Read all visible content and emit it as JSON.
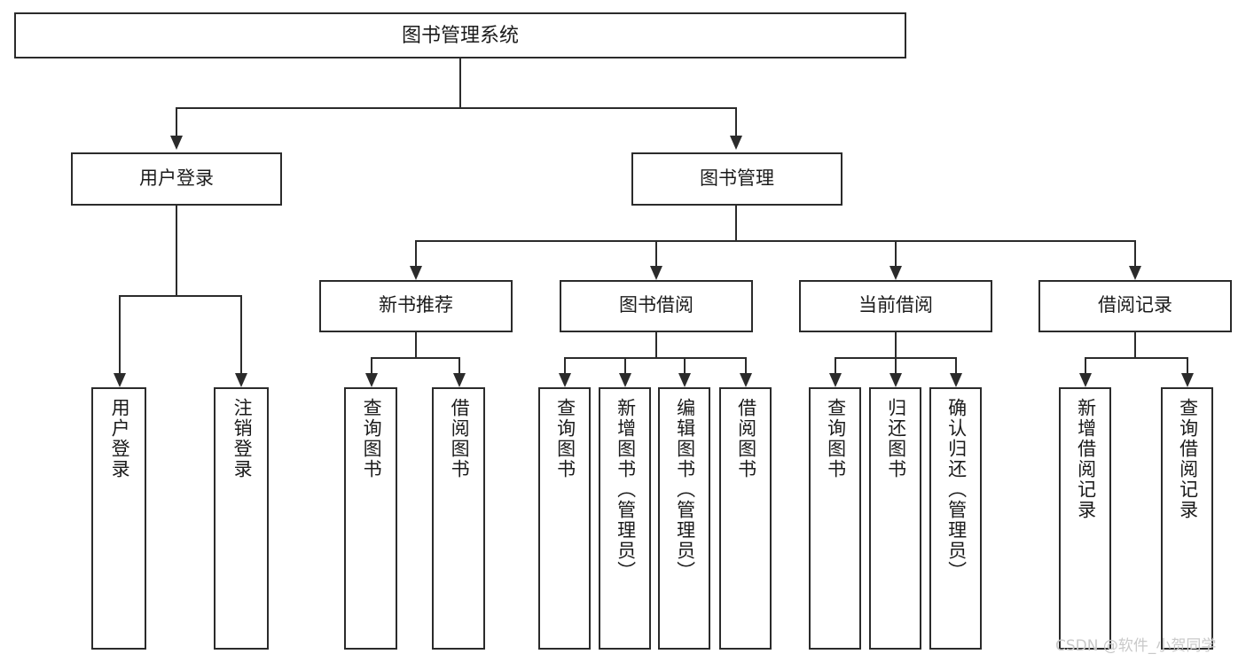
{
  "diagram": {
    "title": "图书管理系统",
    "type": "tree-hierarchy-chart",
    "root": {
      "label": "图书管理系统"
    },
    "level2": [
      {
        "label": "用户登录"
      },
      {
        "label": "图书管理"
      }
    ],
    "level3": [
      {
        "label": "新书推荐"
      },
      {
        "label": "图书借阅"
      },
      {
        "label": "当前借阅"
      },
      {
        "label": "借阅记录"
      }
    ],
    "leaves": {
      "user_login": [
        {
          "label": "用户登录"
        },
        {
          "label": "注销登录"
        }
      ],
      "new_book_recommend": [
        {
          "label": "查询图书"
        },
        {
          "label": "借阅图书"
        }
      ],
      "book_borrow": [
        {
          "label": "查询图书"
        },
        {
          "label": "新增图书（管理员）"
        },
        {
          "label": "编辑图书（管理员）"
        },
        {
          "label": "借阅图书"
        }
      ],
      "current_borrow": [
        {
          "label": "查询图书"
        },
        {
          "label": "归还图书"
        },
        {
          "label": "确认归还（管理员）"
        }
      ],
      "borrow_record": [
        {
          "label": "新增借阅记录"
        },
        {
          "label": "查询借阅记录"
        }
      ]
    }
  },
  "watermark": {
    "text": "CSDN @软件_小贺同学"
  },
  "colors": {
    "stroke": "#2b2b2b",
    "text": "#1b1b1b",
    "background": "#ffffff",
    "watermark": "#c9c9c9"
  }
}
